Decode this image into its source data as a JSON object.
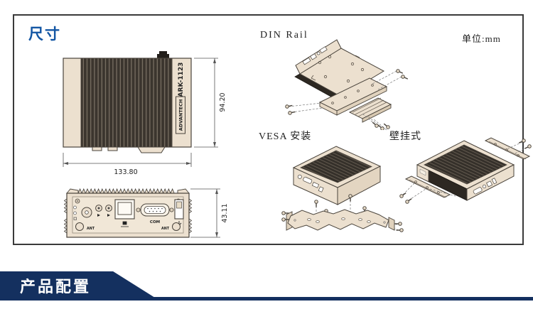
{
  "page": {
    "unit_label": "单位:mm"
  },
  "sections": {
    "dimensions_title": "尺寸",
    "din_rail_label": "DIN Rail",
    "vesa_label": "VESA 安装",
    "wall_mount_label": "壁挂式",
    "product_config_title": "产品配置"
  },
  "device": {
    "model": "ARK-1123",
    "brand": "ADVANTECH",
    "dimensions": {
      "width_mm": "133.80",
      "height_mm": "94.20",
      "depth_mm": "43.11"
    },
    "ports": {
      "com_label": "COM",
      "ant_left_label": "ANT",
      "ant_right_label": "ANT"
    }
  },
  "colors": {
    "accent_blue": "#1356a4",
    "banner_navy": "#14305f",
    "chassis_beige": "#ece0cf",
    "heatsink_dark": "#3b352e",
    "card_border": "#3a3a3a"
  }
}
